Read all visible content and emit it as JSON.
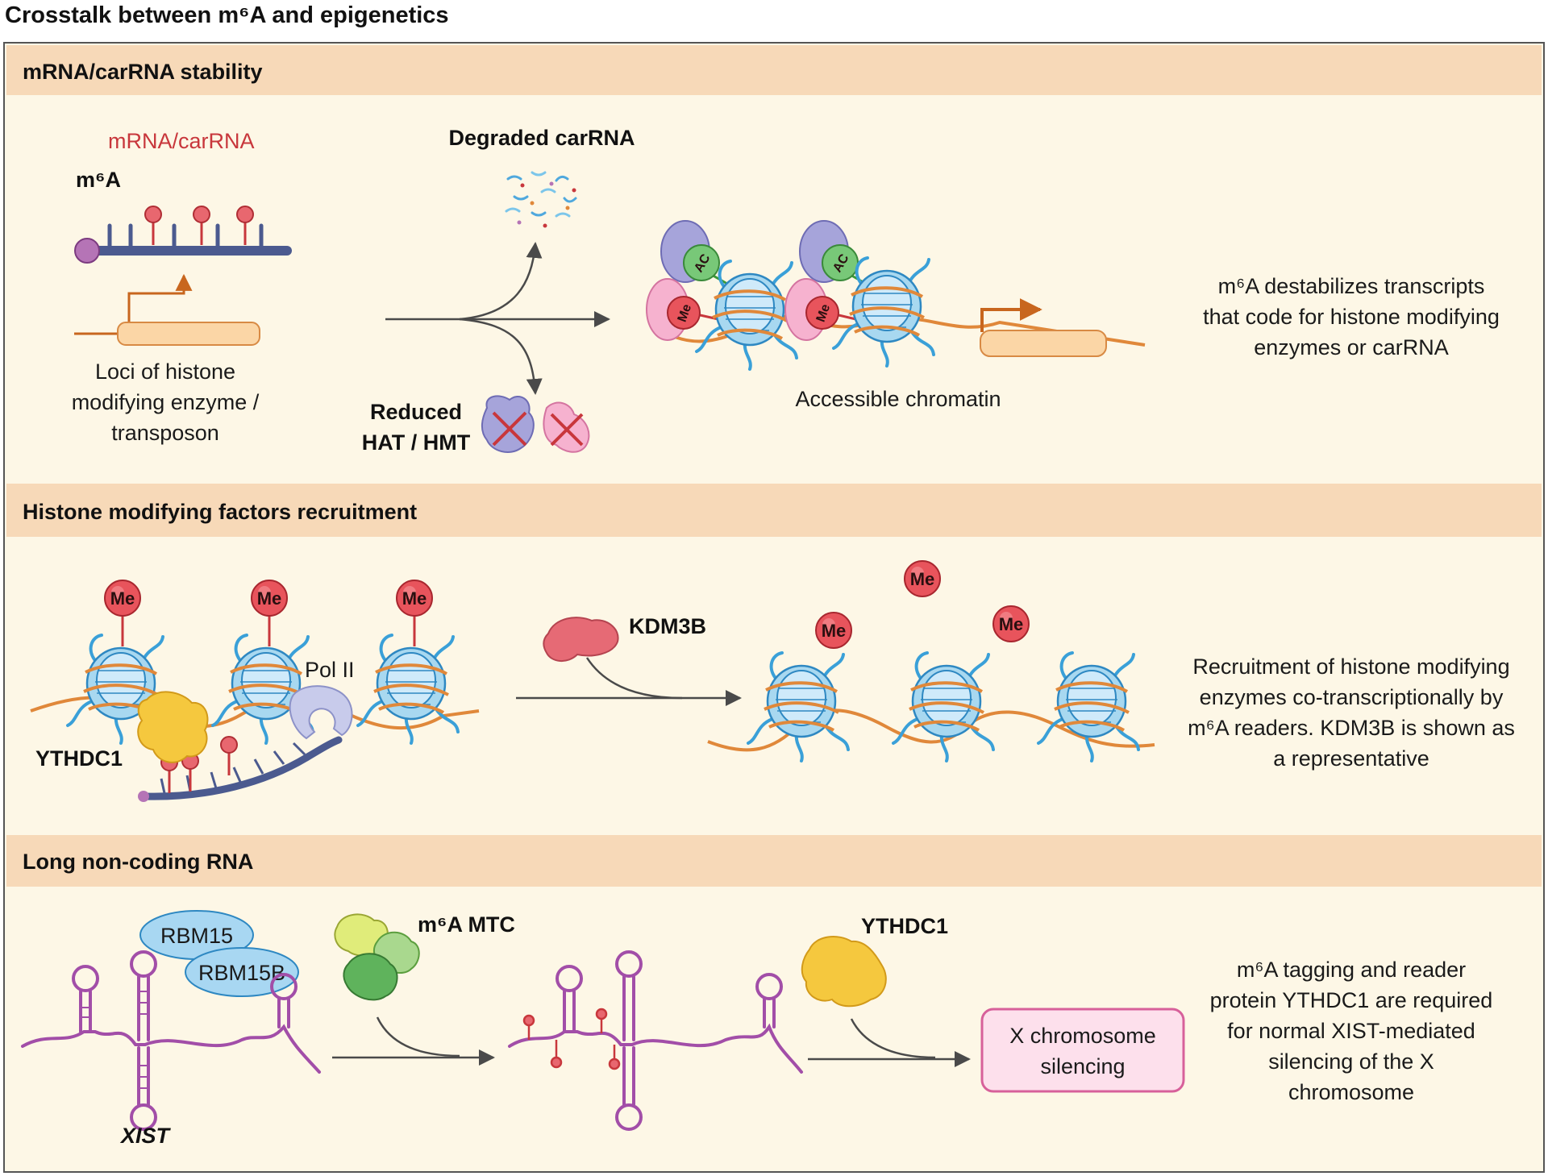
{
  "figure": {
    "title": "Crosstalk between m⁶A and epigenetics"
  },
  "panels": [
    {
      "header": "mRNA/carRNA stability",
      "labels": {
        "rna": "mRNA/carRNA",
        "m6a": "m⁶A",
        "loci_line1": "Loci of histone",
        "loci_line2": "modifying enzyme /",
        "loci_line3": "transposon",
        "degraded": "Degraded carRNA",
        "reduced_line1": "Reduced",
        "reduced_line2": "HAT / HMT",
        "accessible": "Accessible chromatin",
        "ac_tag": "AC",
        "me_tag": "Me"
      },
      "description": [
        "m⁶A destabilizes transcripts",
        "that code for histone modifying",
        "enzymes or carRNA"
      ]
    },
    {
      "header": "Histone modifying factors recruitment",
      "labels": {
        "me_tag": "Me",
        "pol2": "Pol II",
        "ythdc1": "YTHDC1",
        "kdm3b": "KDM3B"
      },
      "description": [
        "Recruitment of histone modifying",
        "enzymes co-transcriptionally by",
        "m⁶A readers. KDM3B is shown as",
        "a representative"
      ]
    },
    {
      "header": "Long non-coding RNA",
      "labels": {
        "rbm15": "RBM15",
        "rbm15b": "RBM15B",
        "xist": "XIST",
        "mtc": "m⁶A MTC",
        "ythdc1": "YTHDC1",
        "silencing_line1": "X chromosome",
        "silencing_line2": "silencing"
      },
      "description": [
        "m⁶A tagging and reader",
        "protein YTHDC1 are required",
        "for normal XIST-mediated",
        "silencing of the X",
        "chromosome"
      ]
    }
  ],
  "colors": {
    "panel_bg": "#fdf7e6",
    "header_bg": "#f7d9b8",
    "frame": "#555555",
    "rna_navy": "#4b5a8f",
    "m6a_red": "#d8414b",
    "arrow_orange": "#c8661e",
    "dna_orange": "#e0883a",
    "nucleosome_blue": "#8ecae6",
    "tail_blue": "#3aa0d8",
    "me_red": "#e0545c",
    "ac_green": "#6cc26c",
    "lavender": "#a8a6dd",
    "pink": "#f3a6c8",
    "xist_purple": "#a24ea8",
    "yellow_protein": "#f5c83e",
    "kdm3b_red": "#e66a75",
    "rbm_blue": "#a8d7f2",
    "silencing_pink": "#fde0ec",
    "silencing_border": "#d7609a"
  }
}
